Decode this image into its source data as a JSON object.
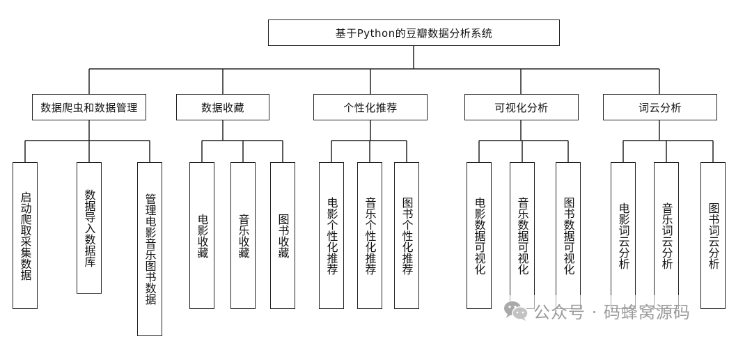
{
  "root": {
    "label": "基于Python的豆瓣数据分析系统"
  },
  "modules": [
    {
      "label": "数据爬虫和数据管理",
      "children": [
        "启动爬取采集数据",
        "数据导入数据库",
        "管理电影音乐图书数据"
      ]
    },
    {
      "label": "数据收藏",
      "children": [
        "电影收藏",
        "音乐收藏",
        "图书收藏"
      ]
    },
    {
      "label": "个性化推荐",
      "children": [
        "电影个性化推荐",
        "音乐个性化推荐",
        "图书个性化推荐"
      ]
    },
    {
      "label": "可视化分析",
      "children": [
        "电影数据可视化",
        "音乐数据可视化",
        "图书数据可视化"
      ]
    },
    {
      "label": "词云分析",
      "children": [
        "电影词云分析",
        "音乐词云分析",
        "图书词云分析"
      ]
    }
  ],
  "watermark": {
    "text": "公众号 · 码蜂窝源码",
    "icon": "wechat-icon"
  }
}
